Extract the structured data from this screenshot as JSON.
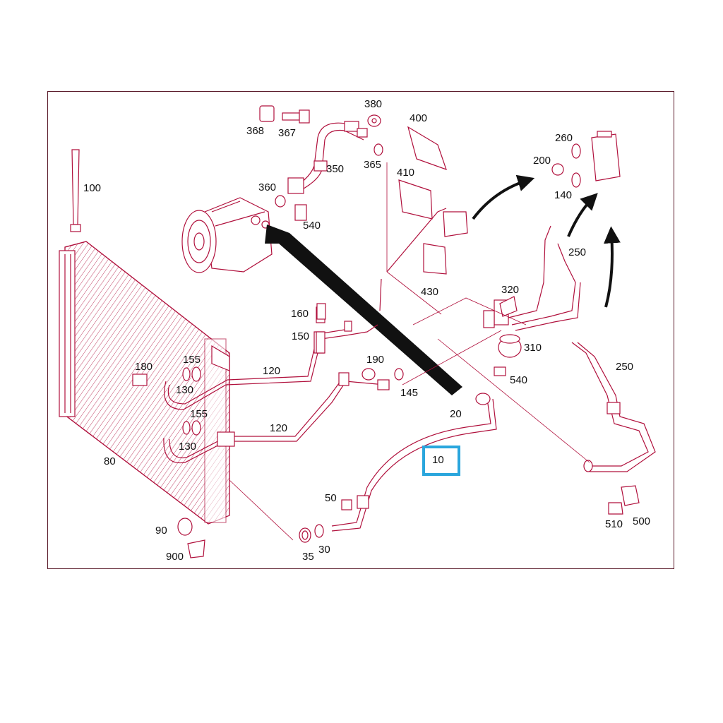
{
  "diagram": {
    "colors": {
      "line": "#b0103c",
      "part_fill": "#ffffff",
      "frame": "#5a1a2a",
      "arrow": "#111111",
      "highlight": "#2aa6dd"
    },
    "highlighted_part": "10",
    "callouts": {
      "p10": "10",
      "p20": "20",
      "p30": "30",
      "p35": "35",
      "p50": "50",
      "p80": "80",
      "p90": "90",
      "p100": "100",
      "p120a": "120",
      "p120b": "120",
      "p130a": "130",
      "p130b": "130",
      "p140": "140",
      "p145": "145",
      "p150": "150",
      "p155a": "155",
      "p155b": "155",
      "p160": "160",
      "p180": "180",
      "p190": "190",
      "p200": "200",
      "p250a": "250",
      "p250b": "250",
      "p260": "260",
      "p310": "310",
      "p320": "320",
      "p350": "350",
      "p360": "360",
      "p365": "365",
      "p367": "367",
      "p368": "368",
      "p380": "380",
      "p400": "400",
      "p410": "410",
      "p430": "430",
      "p500": "500",
      "p510": "510",
      "p540a": "540",
      "p540b": "540",
      "p900": "900"
    }
  }
}
